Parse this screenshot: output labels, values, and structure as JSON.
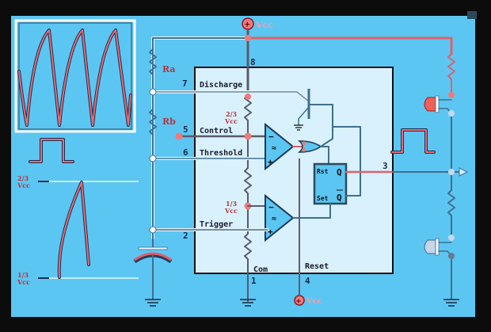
{
  "colors": {
    "panel": "#5cc6f3",
    "chip": "#d9f1fc",
    "wire": "#3f6f8f",
    "active": "#e0606a",
    "text_red": "#b8343a"
  },
  "supply": {
    "top_label": "Vcc",
    "reset_label": "Vcc"
  },
  "resistors": {
    "ra": "Ra",
    "rb": "Rb"
  },
  "pins": {
    "p8": "8",
    "p7": "7",
    "p5": "5",
    "p6": "6",
    "p2": "2",
    "p1": "1",
    "p4": "4",
    "p3": "3"
  },
  "pin_names": {
    "discharge": "Discharge",
    "control": "Control",
    "threshold": "Threshold",
    "trigger": "Trigger",
    "com": "Com",
    "reset": "Reset"
  },
  "divider": {
    "upper_frac": "2/3",
    "upper_unit": "Vcc",
    "lower_frac": "1/3",
    "lower_unit": "Vcc"
  },
  "flipflop": {
    "rst": "Rst",
    "set": "Set",
    "q": "Q",
    "qbar": "Q"
  },
  "comparator": {
    "minus": "−",
    "plus": "+"
  },
  "graph": {
    "upper_frac": "2/3",
    "upper_unit": "Vcc",
    "lower_frac": "1/3",
    "lower_unit": "Vcc"
  },
  "leds": {
    "top_state": "on",
    "bottom_state": "off"
  }
}
